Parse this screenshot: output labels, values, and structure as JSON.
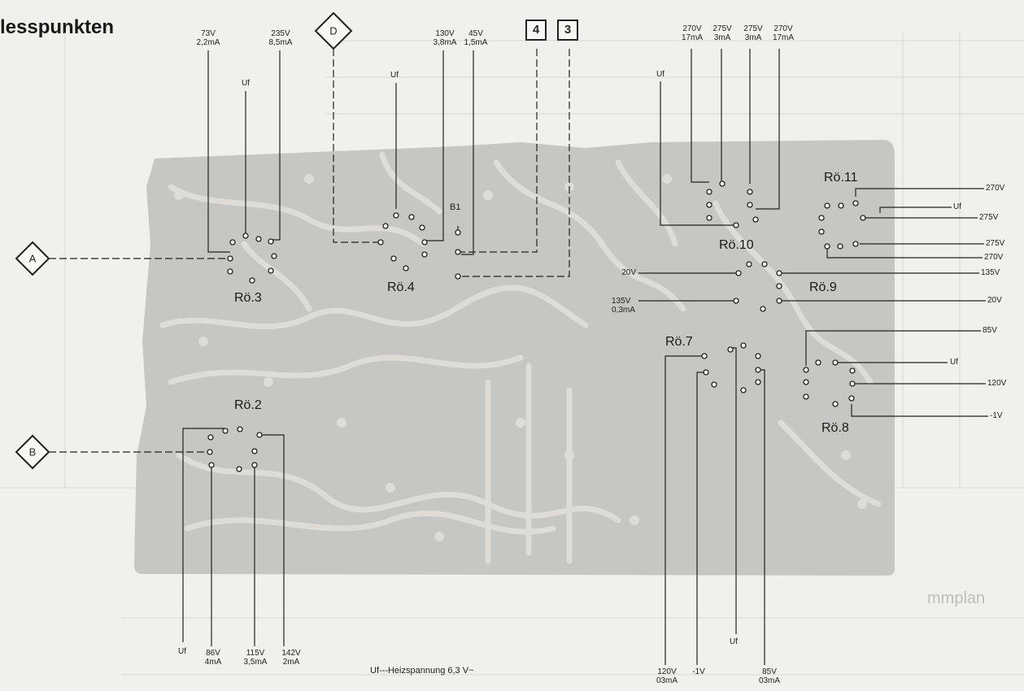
{
  "page_title": "lesspunkten",
  "background_heading": "mmplan",
  "footnote": "Uf---Heizspannung 6,3 V~",
  "markers": {
    "A": "A",
    "B": "B",
    "D": "D"
  },
  "boxes": [
    "4",
    "3"
  ],
  "tubes": {
    "ro2": "Rö.2",
    "ro3": "Rö.3",
    "ro4": "Rö.4",
    "ro7": "Rö.7",
    "ro8": "Rö.8",
    "ro9": "Rö.9",
    "ro10": "Rö.10",
    "ro11": "Rö.11"
  },
  "b1": "B1",
  "uf": "Uf",
  "top_labels": {
    "t73": [
      "73V",
      "2,2mA"
    ],
    "t235": [
      "235V",
      "8,5mA"
    ],
    "t130": [
      "130V",
      "3,8mA"
    ],
    "t45": [
      "45V",
      "1,5mA"
    ],
    "t270a": [
      "270V",
      "17mA"
    ],
    "t275a": [
      "275V",
      "3mA"
    ],
    "t275b": [
      "275V",
      "3mA"
    ],
    "t270b": [
      "270V",
      "17mA"
    ]
  },
  "bottom_labels": {
    "b86": [
      "86V",
      "4mA"
    ],
    "b115": [
      "115V",
      "3,5mA"
    ],
    "b142": [
      "142V",
      "2mA"
    ],
    "b120": [
      "120V",
      "03mA"
    ],
    "bm1": "-1V",
    "b85": [
      "85V",
      "03mA"
    ]
  },
  "right_labels": {
    "r1": "270V",
    "r2": "275V",
    "r3": "275V",
    "r4": "270V",
    "r5": "135V",
    "r6": "20V",
    "r7": "85V",
    "r8": "120V",
    "r9": "-1V"
  },
  "left_labels": {
    "l20": "20V",
    "l135": [
      "135V",
      "0,3mA"
    ]
  },
  "colors": {
    "board": "#c6c6c2",
    "trace": "#dedcd7",
    "line": "#222222"
  }
}
